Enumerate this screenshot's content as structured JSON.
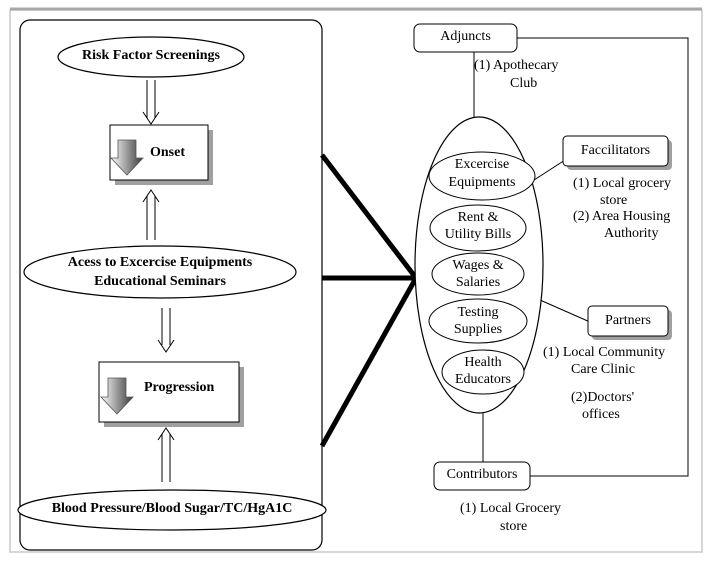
{
  "left_panel": {
    "risk_factor": "Risk Factor Screenings",
    "onset": "Onset",
    "access_line1": "Acess to Excercise Equipments",
    "access_line2": "Educational Seminars",
    "progression": "Progression",
    "blood": "Blood Pressure/Blood Sugar/TC/HgA1C"
  },
  "right_panel": {
    "adjuncts": {
      "label": "Adjuncts",
      "items": [
        "(1) Apothecary",
        "Club"
      ]
    },
    "resources": [
      {
        "line1": "Excercise",
        "line2": "Equipments"
      },
      {
        "line1": "Rent &",
        "line2": "Utility Bills"
      },
      {
        "line1": "Wages &",
        "line2": "Salaries"
      },
      {
        "line1": "Testing",
        "line2": "Supplies"
      },
      {
        "line1": "Health",
        "line2": "Educators"
      }
    ],
    "facilitators": {
      "label": "Faccilitators",
      "items": [
        "(1) Local grocery",
        "store",
        "(2) Area Housing",
        "Authority"
      ]
    },
    "partners": {
      "label": "Partners",
      "items": [
        "(1) Local Community",
        "Care Clinic",
        "(2)Doctors'",
        "offices"
      ]
    },
    "contributors": {
      "label": "Contributors",
      "items": [
        "(1) Local Grocery",
        "store"
      ]
    }
  },
  "colors": {
    "stroke": "#000000",
    "shadow": "#a0a0a0",
    "background": "#ffffff"
  }
}
